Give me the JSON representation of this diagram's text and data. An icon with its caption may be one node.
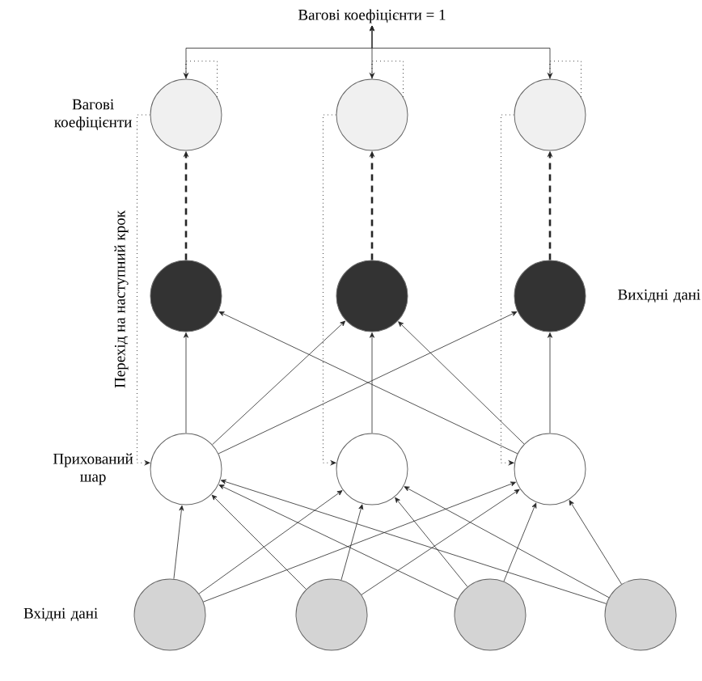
{
  "diagram": {
    "nodes": [
      {
        "text": [
          "Вагові коефіцієнти = 1"
        ]
      },
      {
        "text": [],
        "shape": "circle",
        "beside": [
          "Вагові коефіцієнти"
        ]
      },
      {
        "text": [],
        "shape": "circle"
      },
      {
        "text": [],
        "shape": "circle"
      },
      {
        "text": [],
        "shape": "circle"
      },
      {
        "text": [],
        "shape": "circle"
      },
      {
        "text": [],
        "shape": "circle",
        "beside": [
          "Вихідні дані"
        ]
      },
      {
        "text": [],
        "shape": "circle",
        "beside": [
          "Прихований шар"
        ]
      },
      {
        "text": [],
        "shape": "circle"
      },
      {
        "text": [],
        "shape": "circle"
      },
      {
        "text": [],
        "shape": "circle",
        "beside": [
          "Вхідні дані"
        ]
      },
      {
        "text": [],
        "shape": "circle"
      },
      {
        "text": [],
        "shape": "circle"
      },
      {
        "text": [],
        "shape": "circle"
      }
    ],
    "edges": [
      {
        "from": 10,
        "to": 7,
        "arrow": "to"
      },
      {
        "from": 10,
        "to": 8,
        "arrow": "to"
      },
      {
        "from": 10,
        "to": 9,
        "arrow": "to"
      },
      {
        "from": 11,
        "to": 7,
        "arrow": "to"
      },
      {
        "from": 11,
        "to": 8,
        "arrow": "to"
      },
      {
        "from": 11,
        "to": 9,
        "arrow": "to"
      },
      {
        "from": 12,
        "to": 7,
        "arrow": "to"
      },
      {
        "from": 12,
        "to": 8,
        "arrow": "to"
      },
      {
        "from": 12,
        "to": 9,
        "arrow": "to"
      },
      {
        "from": 13,
        "to": 7,
        "arrow": "to"
      },
      {
        "from": 13,
        "to": 8,
        "arrow": "to"
      },
      {
        "from": 13,
        "to": 9,
        "arrow": "to"
      },
      {
        "from": 7,
        "to": 4,
        "arrow": "to"
      },
      {
        "from": 7,
        "to": 5,
        "arrow": "to"
      },
      {
        "from": 7,
        "to": 6,
        "arrow": "to"
      },
      {
        "from": 8,
        "to": 5,
        "arrow": "to"
      },
      {
        "from": 9,
        "to": 4,
        "arrow": "to"
      },
      {
        "from": 9,
        "to": 5,
        "arrow": "to"
      },
      {
        "from": 9,
        "to": 6,
        "arrow": "to"
      },
      {
        "from": 4,
        "to": 1,
        "arrow": "to",
        "style": "dashed"
      },
      {
        "from": 5,
        "to": 2,
        "arrow": "to",
        "style": "dashed"
      },
      {
        "from": 6,
        "to": 3,
        "arrow": "to",
        "style": "dashed"
      },
      {
        "from": 1,
        "to": 1,
        "arrow": "to",
        "style": "dashed"
      },
      {
        "from": 2,
        "to": 2,
        "arrow": "to",
        "style": "dashed"
      },
      {
        "from": 3,
        "to": 3,
        "arrow": "to",
        "style": "dashed"
      },
      {
        "from": 1,
        "to": 7,
        "arrow": "to",
        "style": "dashed"
      },
      {
        "from": 2,
        "to": 8,
        "arrow": "to",
        "style": "dashed"
      },
      {
        "from": 3,
        "to": 9,
        "arrow": "to",
        "style": "dashed"
      },
      {
        "from": 1,
        "to": 0,
        "arrow": "to"
      },
      {
        "from": 2,
        "to": 0,
        "arrow": "to"
      },
      {
        "from": 3,
        "to": 0,
        "arrow": "to"
      }
    ],
    "labels": [
      "Перехід на наступний крок"
    ]
  }
}
